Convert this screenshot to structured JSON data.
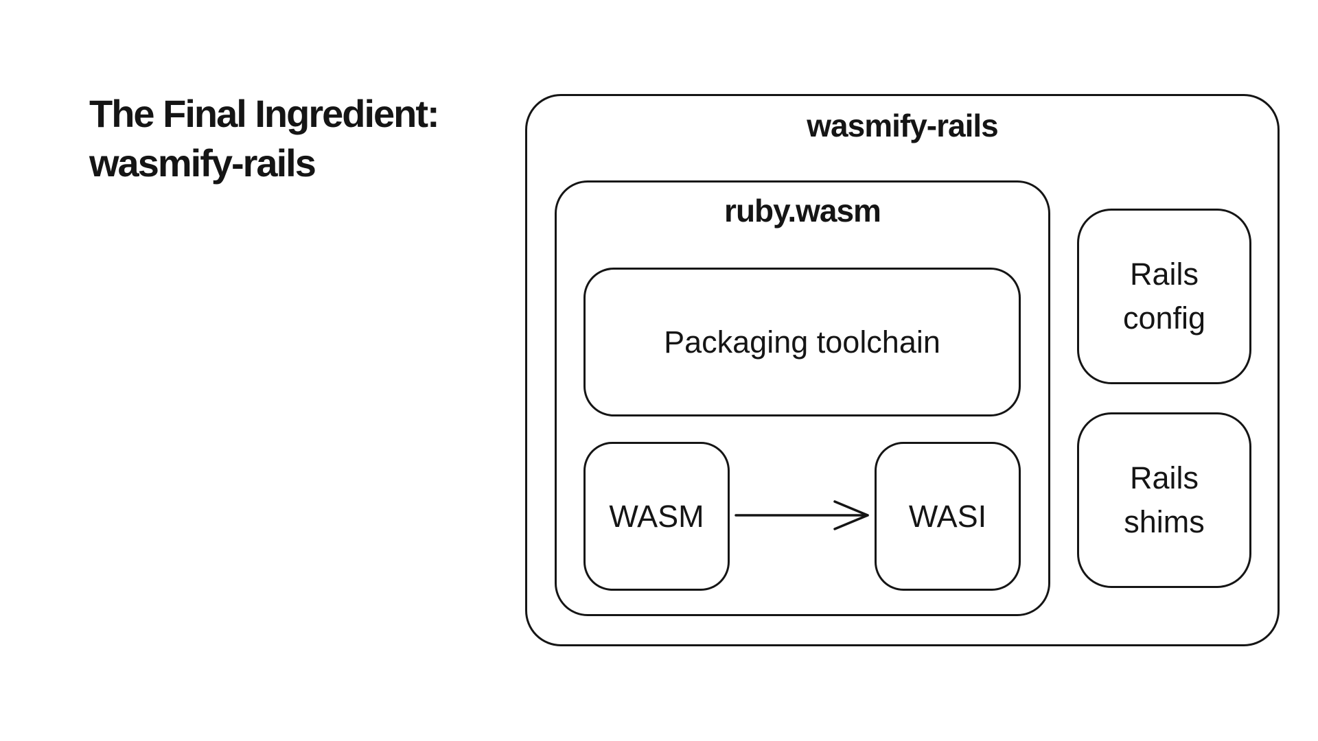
{
  "slide": {
    "title_line1": "The Final Ingredient:",
    "title_line2": "wasmify-rails"
  },
  "diagram": {
    "outer_label": "wasmify-rails",
    "ruby_label": "ruby.wasm",
    "packaging_label": "Packaging toolchain",
    "wasm_label": "WASM",
    "wasi_label": "WASI",
    "rails_config_line1": "Rails",
    "rails_config_line2": "config",
    "rails_shims_line1": "Rails",
    "rails_shims_line2": "shims",
    "arrow_icon": "arrow-right-icon"
  }
}
